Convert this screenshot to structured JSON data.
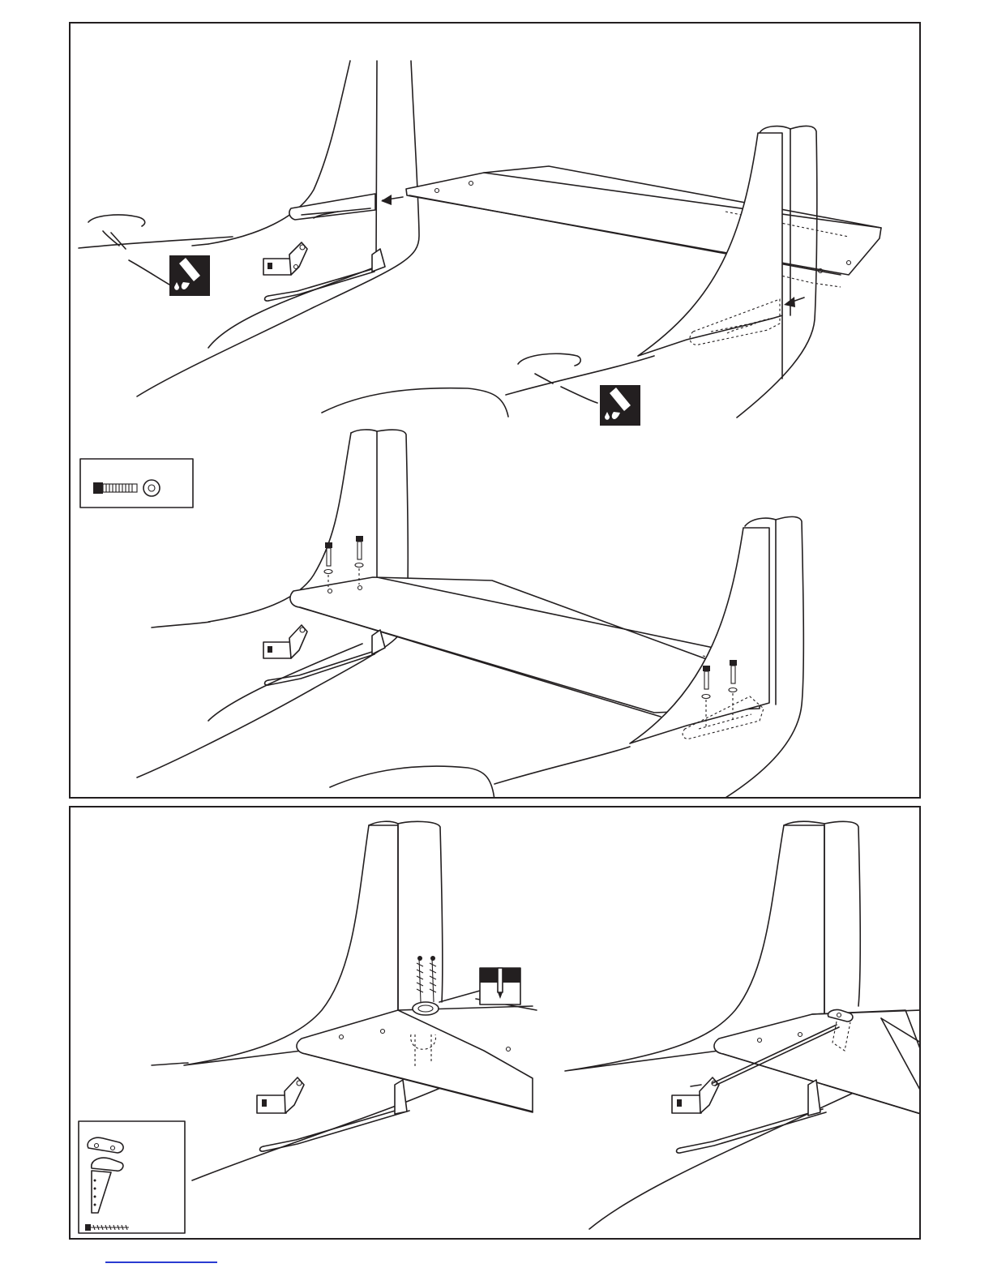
{
  "page": {
    "steps": [
      {
        "id": "install-stabilizer",
        "icons": [
          "thin-ca-glue-icon",
          "thin-ca-glue-icon"
        ]
      },
      {
        "id": "bolt-stabilizer",
        "parts": [
          "socket-head-bolt-icon",
          "washer-icon"
        ]
      },
      {
        "id": "install-control-horn",
        "icons": [
          "drill-icon"
        ],
        "parts": [
          "control-horn-icon",
          "wood-screw-icon"
        ]
      },
      {
        "id": "connect-pushrod"
      }
    ]
  },
  "colors": {
    "ink": "#231f20",
    "paper": "#ffffff",
    "link": "#2a3bd1"
  }
}
